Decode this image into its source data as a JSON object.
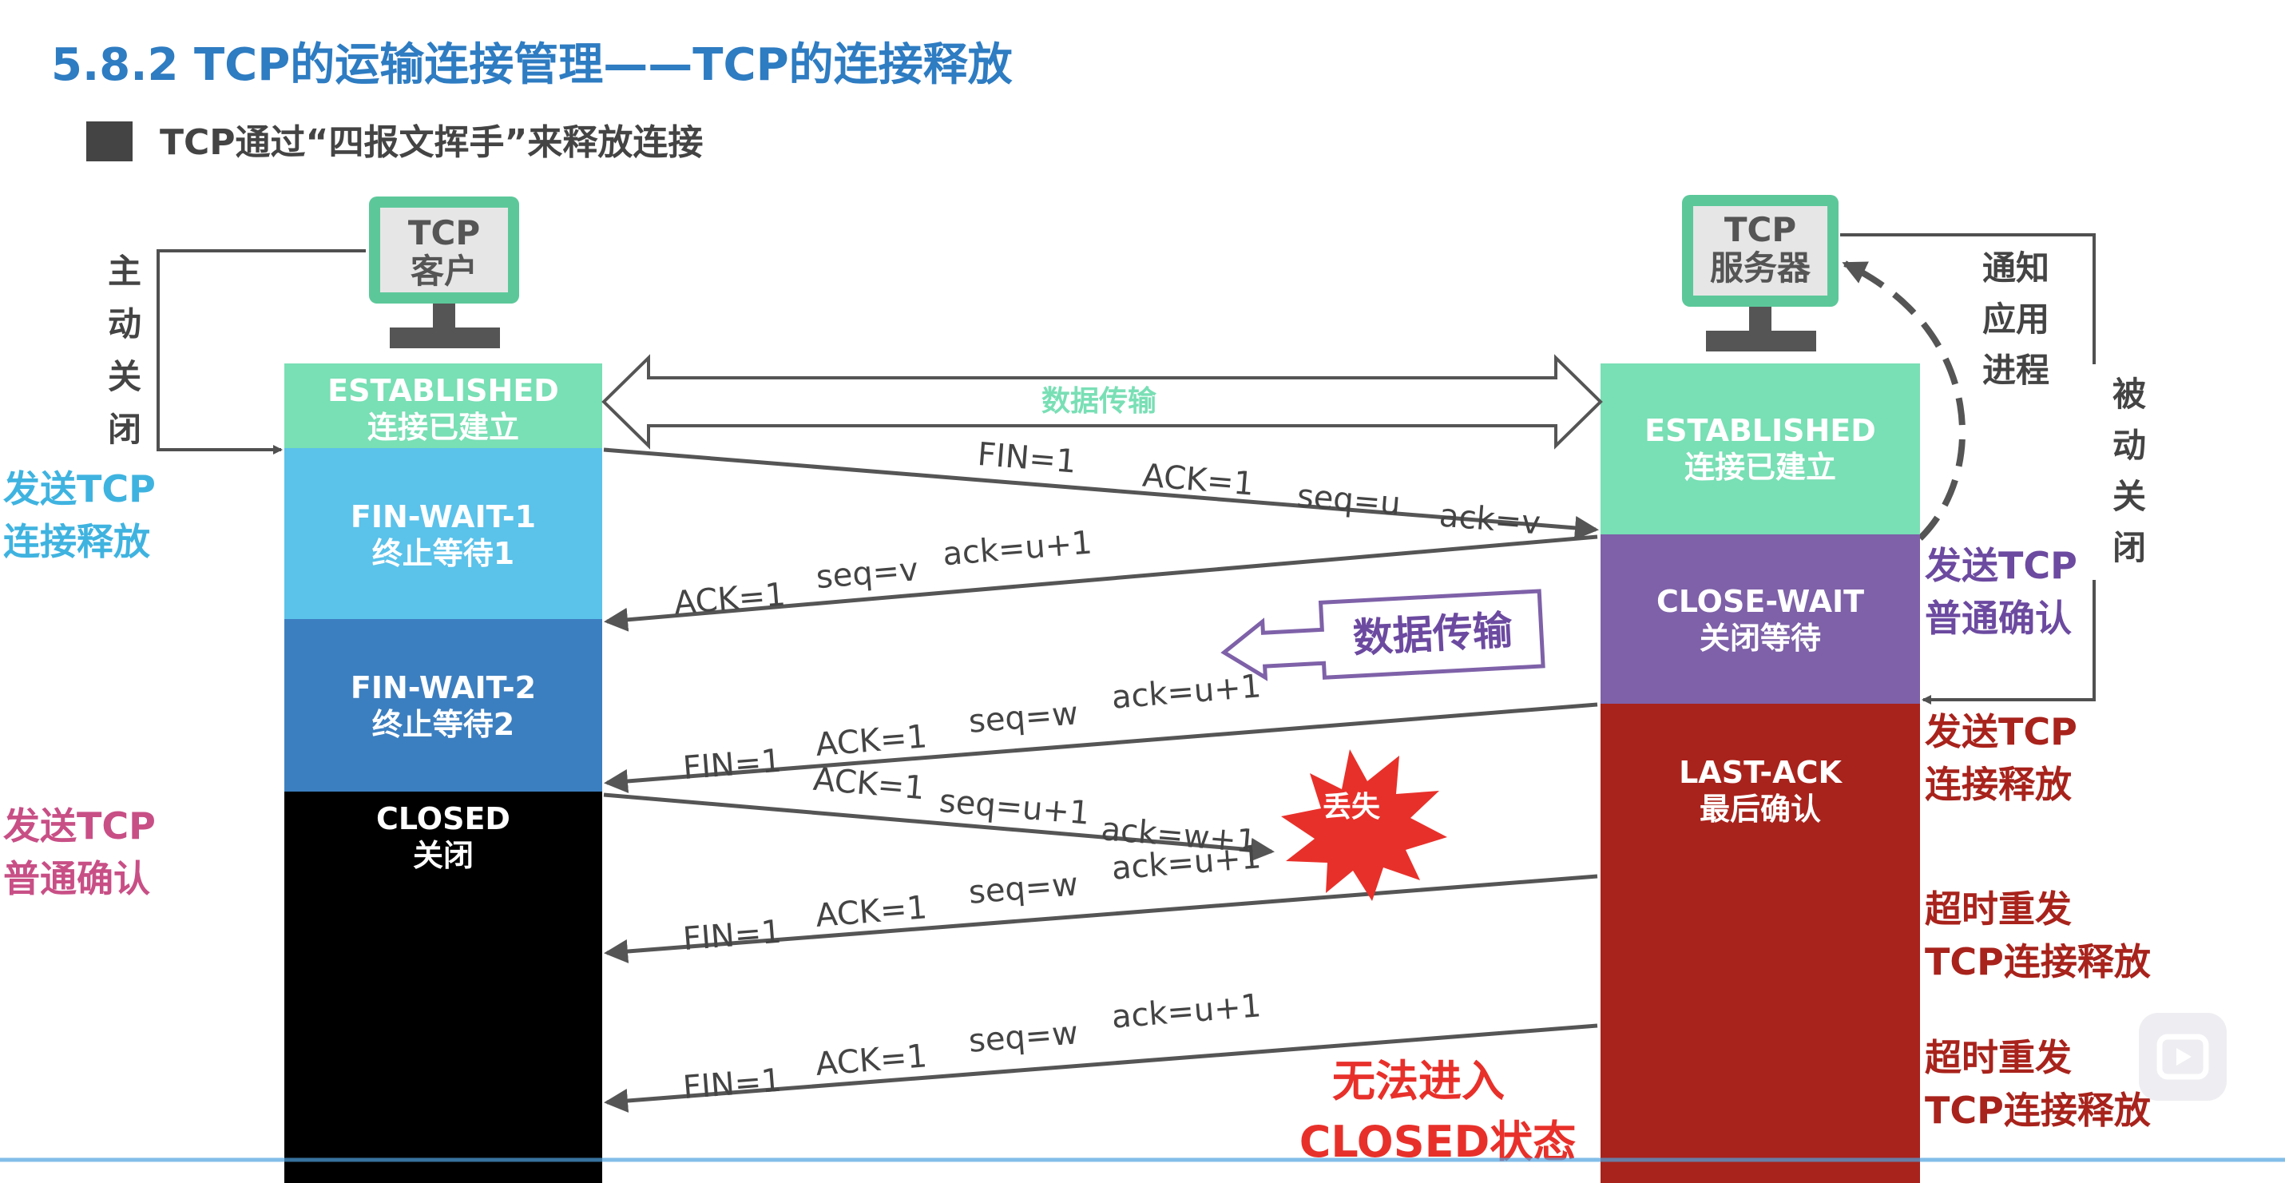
{
  "slide": {
    "title": "5.8.2 TCP的运输连接管理——TCP的连接释放",
    "bullet": "TCP通过“四报文挥手”来释放连接"
  },
  "client": {
    "monitor": [
      "TCP",
      "客户"
    ],
    "active_close": [
      "主",
      "动",
      "关",
      "闭"
    ],
    "send_release": [
      "发送TCP",
      "连接释放"
    ],
    "send_ack": [
      "发送TCP",
      "普通确认"
    ],
    "states": [
      {
        "en": "ESTABLISHED",
        "cn": "连接已建立"
      },
      {
        "en": "FIN-WAIT-1",
        "cn": "终止等待1"
      },
      {
        "en": "FIN-WAIT-2",
        "cn": "终止等待2"
      },
      {
        "en": "CLOSED",
        "cn": "关闭"
      }
    ]
  },
  "server": {
    "monitor": [
      "TCP",
      "服务器"
    ],
    "notify_app": [
      "通知",
      "应用",
      "进程"
    ],
    "passive_close": [
      "被",
      "动",
      "关",
      "闭"
    ],
    "send_ack": [
      "发送TCP",
      "普通确认"
    ],
    "send_release": [
      "发送TCP",
      "连接释放"
    ],
    "timeout1": [
      "超时重发",
      "TCP连接释放"
    ],
    "timeout2": [
      "超时重发",
      "TCP连接释放"
    ],
    "states": [
      {
        "en": "ESTABLISHED",
        "cn": "连接已建立"
      },
      {
        "en": "CLOSE-WAIT",
        "cn": "关闭等待"
      },
      {
        "en": "LAST-ACK",
        "cn": "最后确认"
      }
    ]
  },
  "data_transfer_label": "数据传输",
  "half_close_transfer_label": "数据传输",
  "lost_label": "丢失",
  "cannot_close": [
    "无法进入",
    "CLOSED状态"
  ],
  "messages": {
    "m1": [
      "FIN=1",
      "ACK=1",
      "seq=u",
      "ack=v"
    ],
    "m2": [
      "ACK=1",
      "seq=v",
      "ack=u+1"
    ],
    "m3": [
      "FIN=1",
      "ACK=1",
      "seq=w",
      "ack=u+1"
    ],
    "m4": [
      "ACK=1",
      "seq=u+1",
      "ack=w+1"
    ],
    "m5": [
      "FIN=1",
      "ACK=1",
      "seq=w",
      "ack=u+1"
    ],
    "m6": [
      "FIN=1",
      "ACK=1",
      "seq=w",
      "ack=u+1"
    ]
  },
  "colors": {
    "title": "#2e7cc2",
    "established": "#79dfb5",
    "fin_wait_1": "#5bc2ea",
    "fin_wait_2": "#3c7fc0",
    "closed": "#000000",
    "close_wait": "#7e61a8",
    "last_ack": "#a8231c",
    "client_send_release": "#3fb3e0",
    "client_send_ack": "#c84f86",
    "server_ack_text": "#6c4aa0",
    "server_release_text": "#a8231c",
    "monitor": "#5cc89a"
  }
}
